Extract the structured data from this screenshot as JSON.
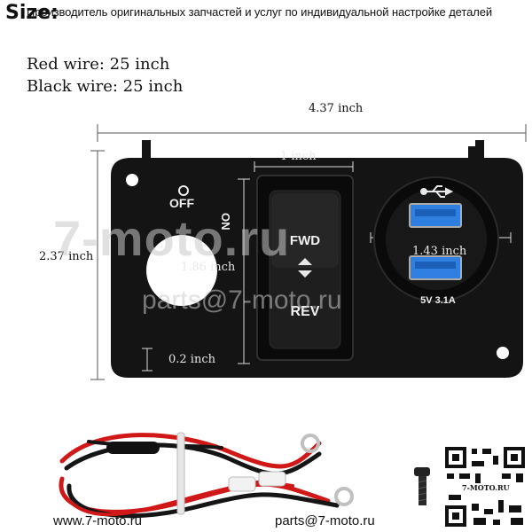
{
  "header": {
    "size_label": "Size:",
    "banner": "Производитель оригинальных запчастей и услуг по индивидуальной настройке деталей"
  },
  "specs": {
    "red_wire": "Red wire: 25 inch",
    "black_wire": "Black wire: 25 inch"
  },
  "dimensions": {
    "width": "4.37 inch",
    "height": "2.37 inch",
    "rocker_width": "1 inch",
    "usb_width": "1.43 inch",
    "hole_height": "1.86 inch",
    "edge": "0.2 inch"
  },
  "panel": {
    "off_label": "OFF",
    "on_label": "ON",
    "rocker_top": "FWD",
    "rocker_bottom": "REV",
    "usb_rating": "5V 3.1A"
  },
  "watermarks": {
    "site_large": "7-moto.ru",
    "email_mid": "parts@7-moto.ru",
    "qr_caption": "7-MOTO.RU"
  },
  "footer": {
    "site": "www.7-moto.ru",
    "email": "parts@7-moto.ru"
  },
  "colors": {
    "panel": "#141414",
    "usb_blue": "#2f7fe0",
    "wire_red": "#d01818",
    "wire_black": "#151515"
  }
}
